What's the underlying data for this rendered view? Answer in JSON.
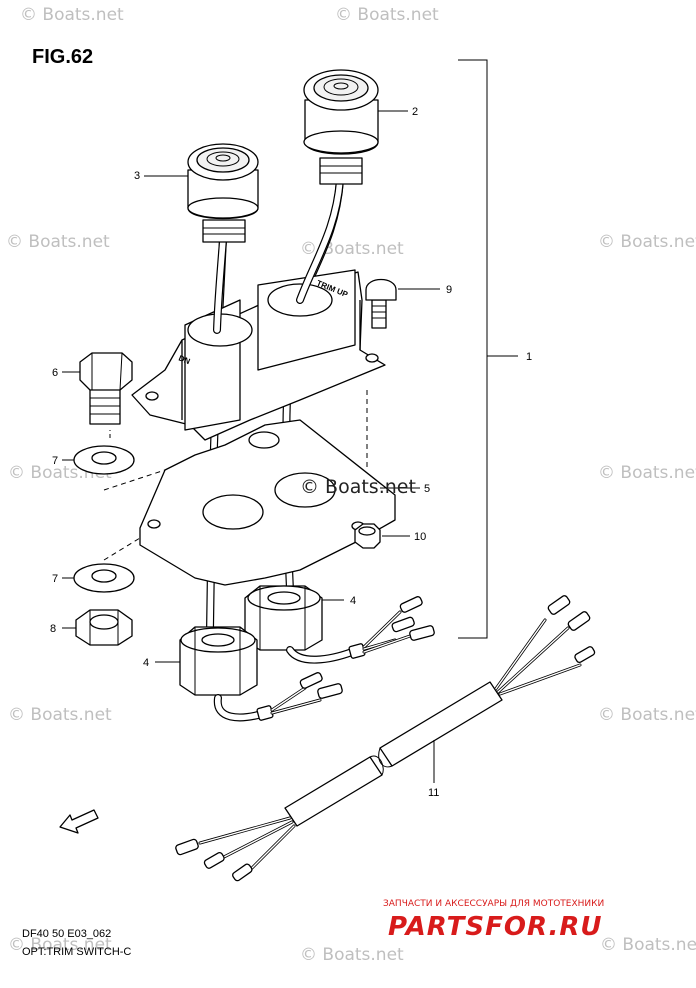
{
  "figure": {
    "title": "FIG.62"
  },
  "callouts": [
    "1",
    "2",
    "3",
    "4",
    "4",
    "5",
    "6",
    "7",
    "7",
    "8",
    "9",
    "10",
    "11"
  ],
  "watermark": {
    "text": "© Boats.net"
  },
  "panel_labels": {
    "up": "TRIM UP",
    "dn": "DN"
  },
  "fwd_label": "FWD",
  "footer": {
    "code": "DF40 50 E03_062",
    "name": "OPT:TRIM SWITCH-C"
  },
  "promo": {
    "tagline": "ЗАПЧАСТИ И АКСЕССУАРЫ ДЛЯ МОТОТЕХНИКИ",
    "logo": "PARTSFOR.RU"
  }
}
